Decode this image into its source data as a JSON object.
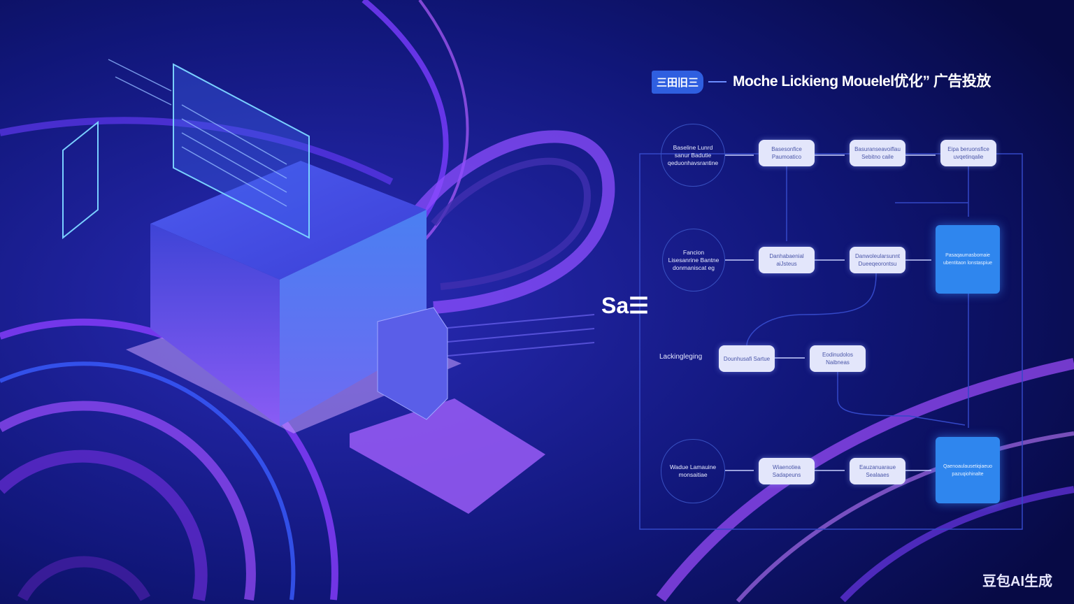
{
  "header": {
    "badge_label": "三田旧三",
    "title": "Moche Lickieng Mouelel优化” 广告投放"
  },
  "side_label": "Sa☰",
  "flow": {
    "row1": {
      "start": "Baseline Lunrd sanur Badutie qeduonhavsrantine",
      "steps": [
        "Basesonfice Paumoatico",
        "Basuranseavoiflau Sebitno caile",
        "Eipa beruonsfice uvqetinqalie"
      ]
    },
    "row2": {
      "start": "Fancion Lisesanrine Bantne donmaniscat eg",
      "steps": [
        "Danhabaenial aiJsteus",
        "Danwoleularsunnt Dueeqeorontsu"
      ],
      "result": "Pasaqaumasbomaie ubentitaon lonstaspiue"
    },
    "row3": {
      "label": "Lackingleging",
      "steps": [
        "Dounhusafi Sartue",
        "Eodinudolos Naibneas"
      ]
    },
    "row4": {
      "start": "Wadue Lamauine monsaitiae",
      "steps": [
        "Wiaenotiea Sadapeuns",
        "Eauzanuaraue Sealaaes"
      ],
      "result": "Qaenoaulausetiqiaeuo pazuqiohinalte"
    }
  },
  "colors": {
    "bg": "#0a0f5e",
    "accent": "#2f86ee",
    "purple": "#9b4dff"
  },
  "watermark": "豆包AI生成"
}
